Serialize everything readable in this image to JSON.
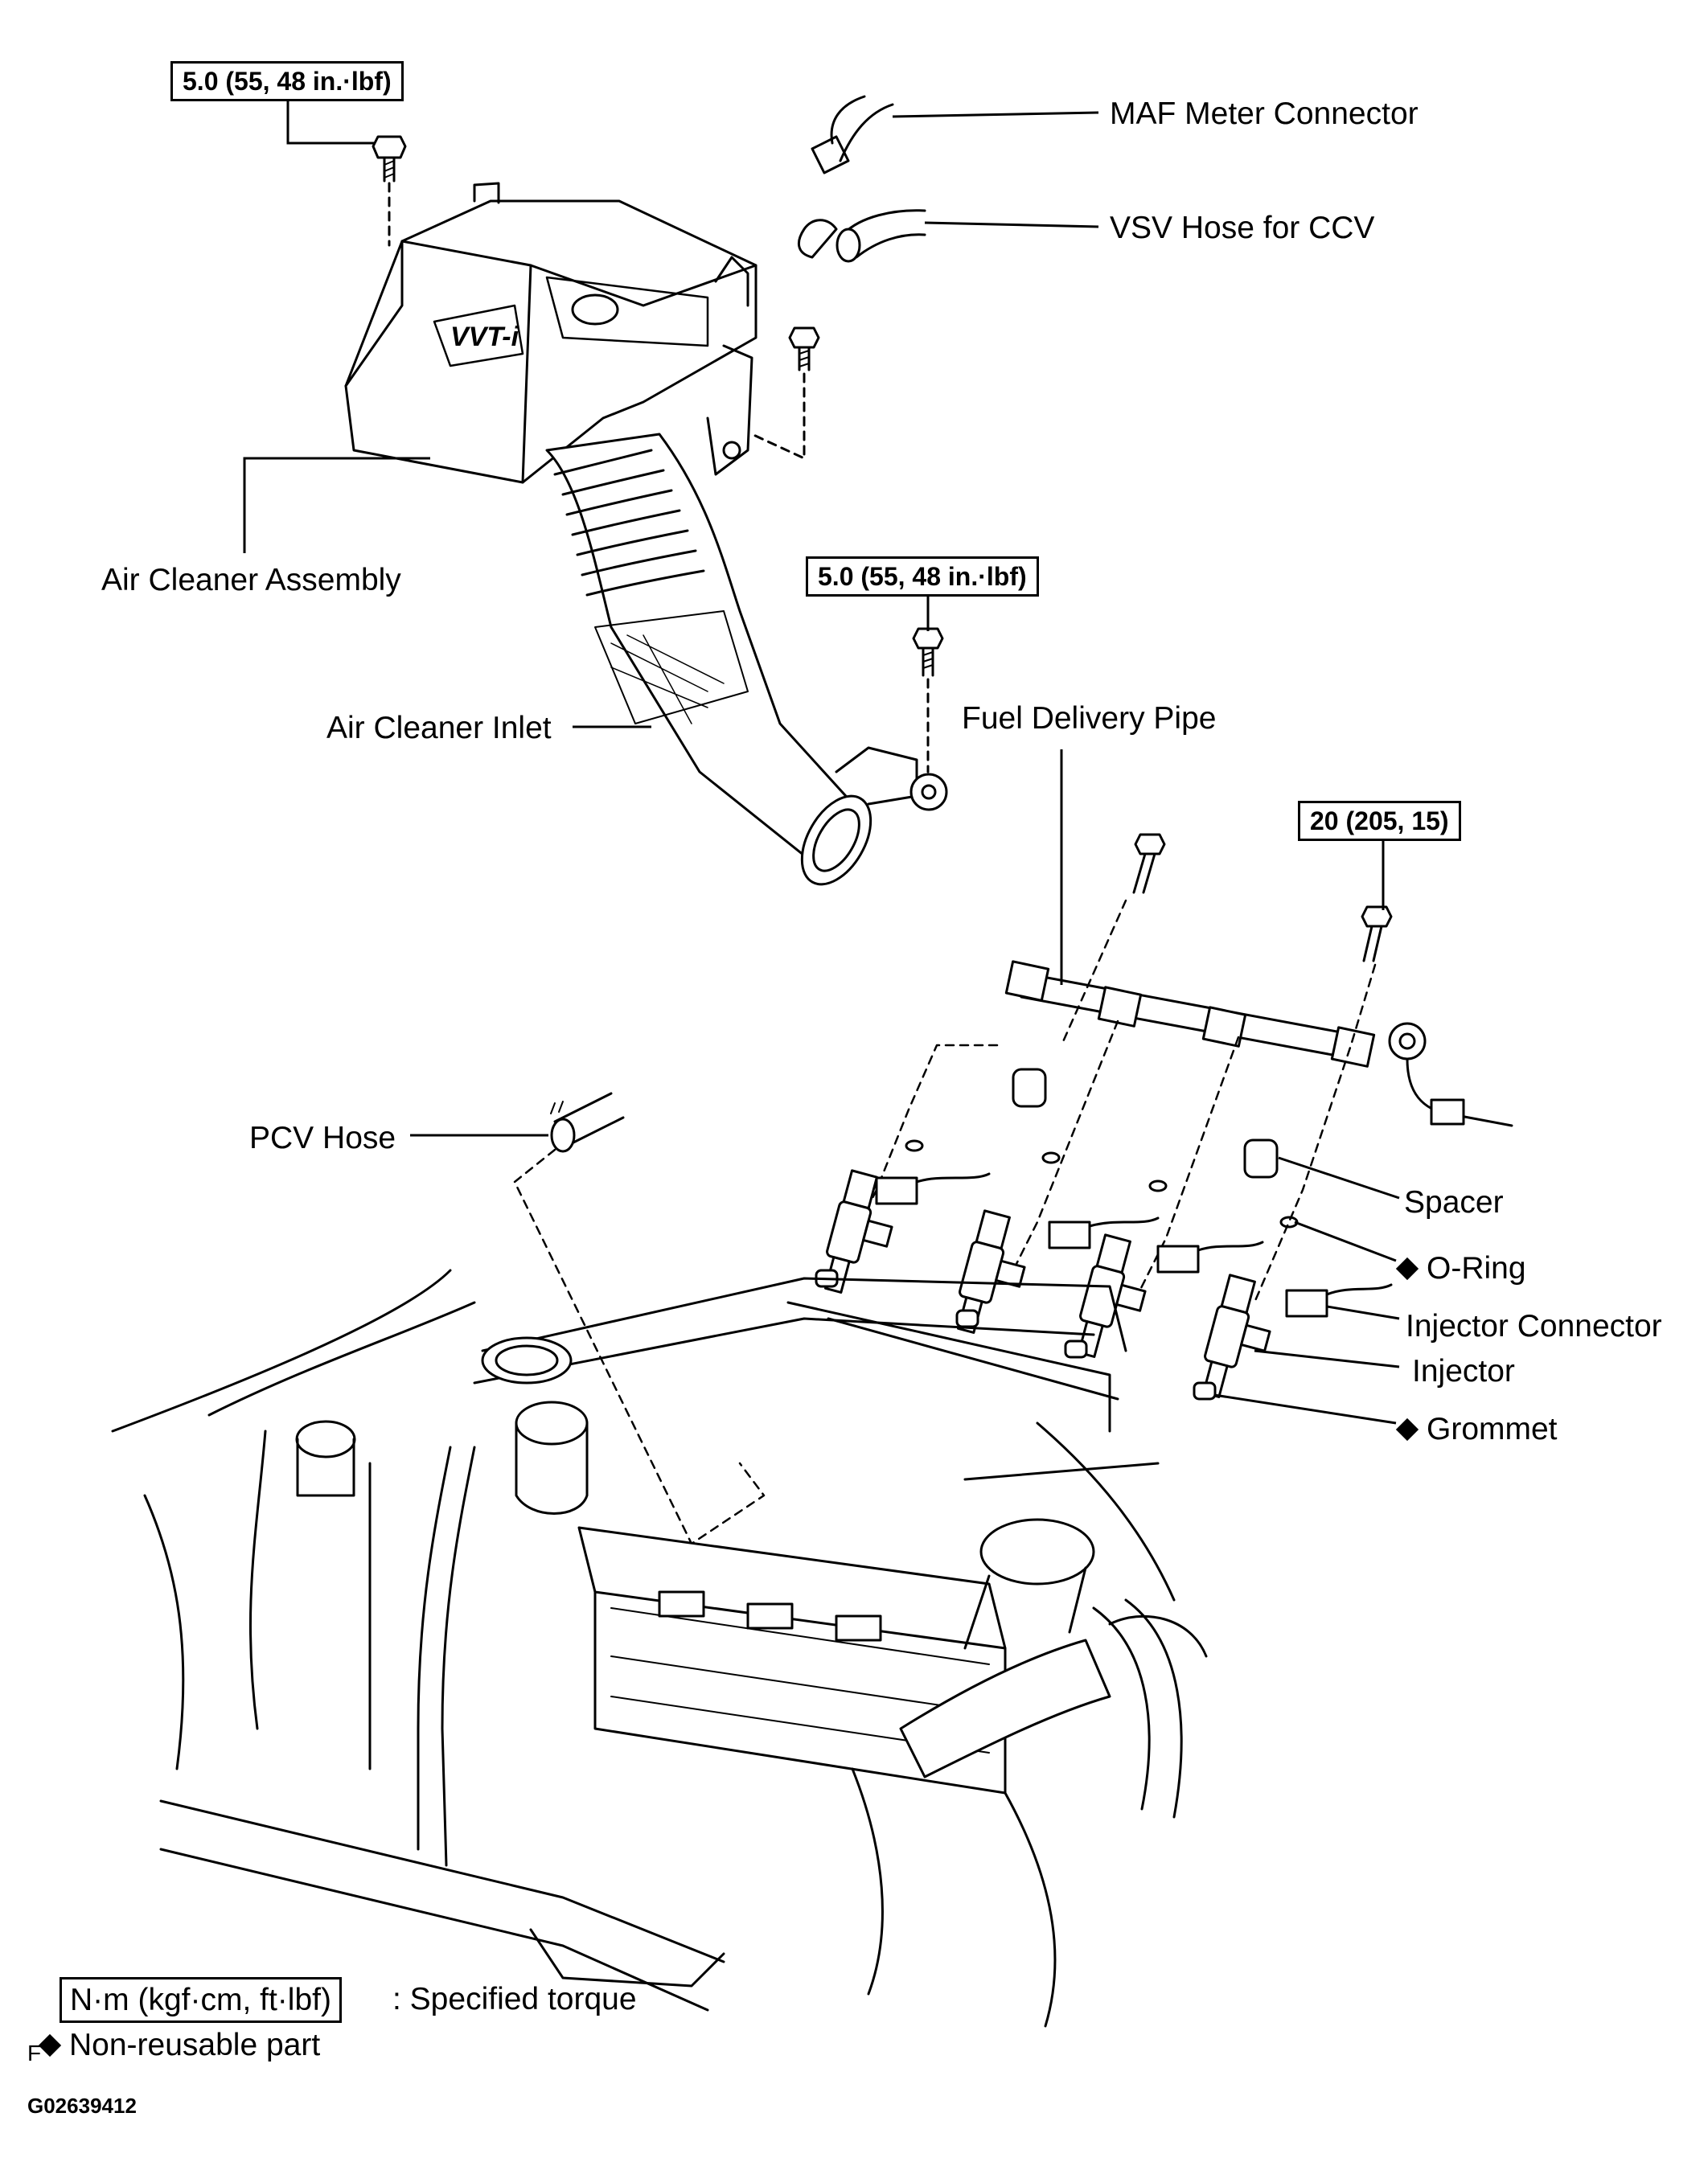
{
  "torque_specs": {
    "air_cleaner_bolt": "5.0 (55, 48 in.·lbf)",
    "inlet_bolt": "5.0 (55, 48 in.·lbf)",
    "delivery_pipe_bolt": "20 (205, 15)"
  },
  "labels": {
    "maf": "MAF Meter Connector",
    "vsv": "VSV Hose for CCV",
    "air_cleaner": "Air Cleaner Assembly",
    "inlet": "Air Cleaner Inlet",
    "fuel_pipe": "Fuel Delivery Pipe",
    "pcv": "PCV Hose",
    "spacer": "Spacer",
    "oring": "O-Ring",
    "inj_conn": "Injector Connector",
    "injector": "Injector",
    "grommet": "Grommet"
  },
  "legend": {
    "unit": "N·m (kgf·cm, ft·lbf)",
    "unit_desc": ": Specified torque",
    "nonreusable": "Non-reusable part"
  },
  "footer": {
    "letter": "F",
    "code": "G02639412"
  }
}
